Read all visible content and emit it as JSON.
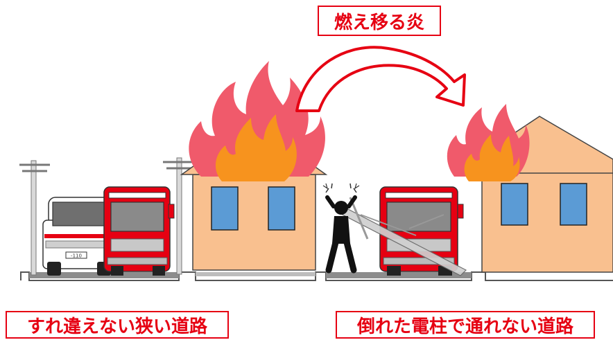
{
  "labels": {
    "spreading_fire": "燃え移る炎",
    "narrow_road": "すれ違えない狭い道路",
    "blocked_road": "倒れた電柱で通れない道路"
  },
  "vehicle": {
    "ambulance_plate": "-110"
  },
  "colors": {
    "label_red": "#e60012",
    "flame_outer": "#f05a6b",
    "flame_inner": "#f7931e",
    "house_wall": "#f9c08f",
    "window_blue": "#5b9bd5",
    "truck_red": "#e60012",
    "road_gray": "#8c8c8c"
  }
}
